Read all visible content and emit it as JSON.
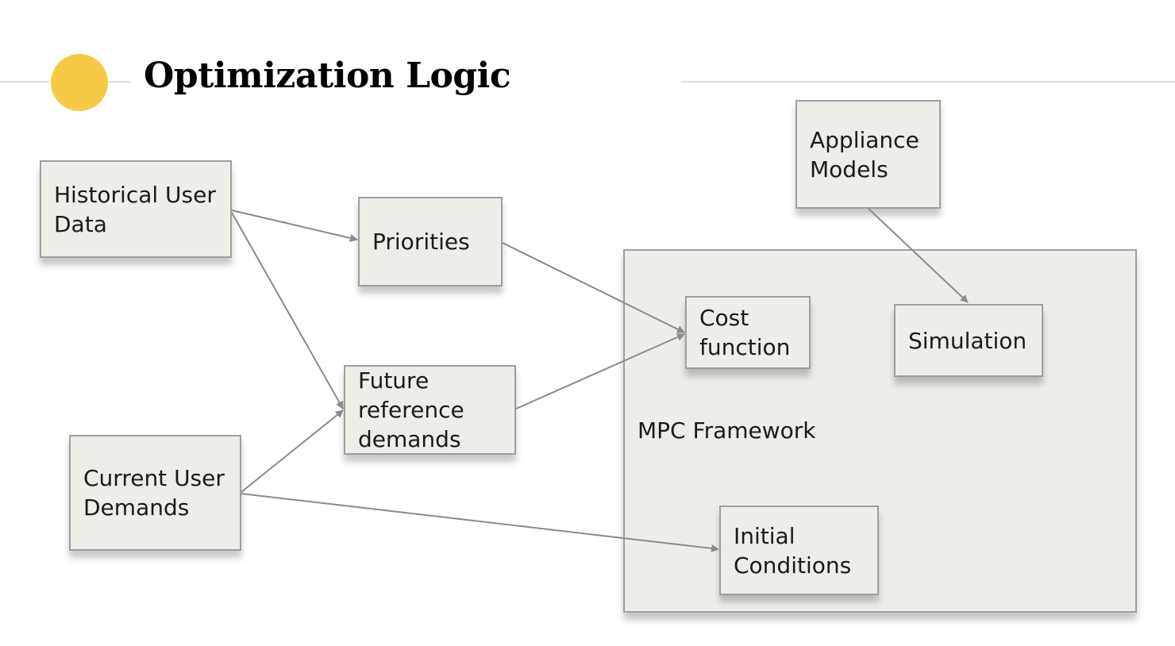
{
  "title": "Optimization Logic",
  "colors": {
    "accent_dot": "#f6c944",
    "box_fill": "#efede8",
    "box_border": "#9e9e9e",
    "arrow": "#8a8a8a",
    "rule": "#dcdcdc"
  },
  "nodes": {
    "historical_user_data": "Historical User\nData",
    "current_user_demands": "Current User\nDemands",
    "priorities": "Priorities",
    "future_reference_demands": "Future\nreference\ndemands",
    "appliance_models": "Appliance\nModels",
    "cost_function": "Cost\nfunction",
    "simulation": "Simulation",
    "initial_conditions": "Initial\nConditions"
  },
  "frame": {
    "label": "MPC Framework"
  },
  "edges": [
    {
      "from": "Historical User Data",
      "to": "Priorities"
    },
    {
      "from": "Historical User Data",
      "to": "Future reference demands"
    },
    {
      "from": "Current User Demands",
      "to": "Future reference demands"
    },
    {
      "from": "Current User Demands",
      "to": "Initial Conditions"
    },
    {
      "from": "Priorities",
      "to": "Cost function"
    },
    {
      "from": "Future reference demands",
      "to": "Cost function"
    },
    {
      "from": "Appliance Models",
      "to": "Simulation"
    }
  ]
}
